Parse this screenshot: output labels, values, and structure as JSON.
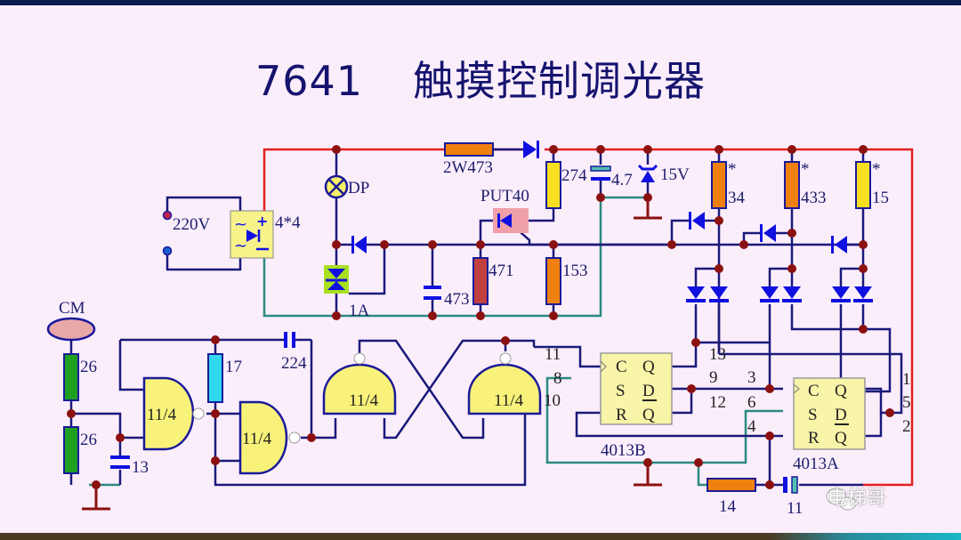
{
  "title": {
    "code": "7641",
    "text": "触摸控制调光器"
  },
  "colors": {
    "background": "#fbeefb",
    "wire_red": "#e02020",
    "wire_blue": "#1a1a7a",
    "wire_teal": "#2a8a80",
    "node": "#8b1010",
    "diode": "#1010e0"
  },
  "power": {
    "input_label": "220V",
    "bridge_label": "4*4"
  },
  "components": {
    "lamp": "DP",
    "triac": "1A",
    "r_main": "2W473",
    "r_274": "274",
    "cap_4_7": "4.7",
    "zener": "15V",
    "put": "PUT40",
    "r_471": "471",
    "r_153": "153",
    "cap_473": "473",
    "r_34": "34",
    "r_433": "433",
    "r_15": "15",
    "star": "*",
    "sensor": "CM",
    "r_26a": "26",
    "r_26b": "26",
    "cap_13": "13",
    "r_17": "17",
    "cap_224": "224",
    "gate_label": "11/4",
    "ff_b": "4013B",
    "ff_a": "4013A",
    "r_14": "14",
    "cap_11": "11"
  },
  "ff_pins": {
    "c": "C",
    "s": "S",
    "r": "R",
    "q": "Q",
    "d": "D",
    "qbar": "Q"
  },
  "pin_numbers": {
    "p11": "11",
    "p8": "8",
    "p10": "10",
    "p13": "13",
    "p9": "9",
    "p12": "12",
    "p3": "3",
    "p6": "6",
    "p4": "4",
    "p1": "1",
    "p5": "5",
    "p2": "2"
  },
  "watermark": "电梯哥"
}
